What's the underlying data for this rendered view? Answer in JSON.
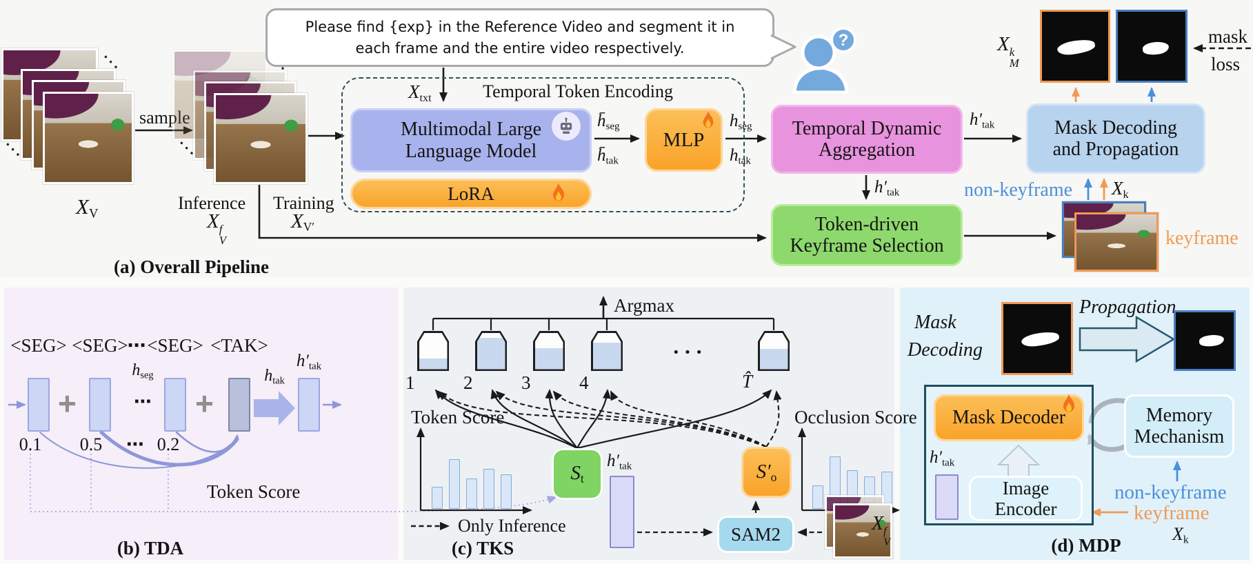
{
  "figure": {
    "type": "research pipeline diagram",
    "captions": [
      "(a) Overall Pipeline",
      "(b) TDA",
      "(c) TKS",
      "(d) MDP"
    ]
  },
  "colors": {
    "panel_a_bg": "#f7f7f5",
    "panel_b_bg": "#f6eef8",
    "panel_c_bg": "#edf1f4",
    "panel_d_bg": "#e0f1fa",
    "mllm_purple": "#a8b2ec",
    "orange_module": "#f9a93a",
    "tda_pink": "#e893de",
    "tks_green": "#8ed96d",
    "mdp_blue": "#b7d3ee",
    "st_green": "#7fd463",
    "sam2_blue": "#a5d9ee",
    "memory_blue": "#d3edf9",
    "keyframe_orange": "#f09a55",
    "non_keyframe_blue": "#4a90d9",
    "token_bar_purple": "#ccd6f5"
  },
  "sym": {
    "x": "X",
    "v": "V",
    "f": "f",
    "vprime": "V′",
    "k": "k",
    "m": "M",
    "txt": "txt",
    "h": "h",
    "hbar": "h̄",
    "hprime": "h′",
    "seg": "seg",
    "tak": "tak",
    "s": "S",
    "sprime": "S′",
    "t": "t",
    "o": "o",
    "that": "T̂",
    "dots": "···",
    "mid_dots": "⋯",
    "plus": "+"
  },
  "prompt": {
    "line1": "Please find {exp} in the Reference Video and segment it in",
    "line2": "each frame and the entire video respectively."
  },
  "a": {
    "sample": "sample",
    "inference": "Inference",
    "training": "Training",
    "tte_title": "Temporal Token Encoding",
    "mllm_line1": "Multimodal Large",
    "mllm_line2": "Language Model",
    "lora": "LoRA",
    "mlp": "MLP",
    "tda_line1": "Temporal Dynamic",
    "tda_line2": "Aggregation",
    "mdp_line1": "Mask Decoding",
    "mdp_line2": "and Propagation",
    "tks_line1": "Token-driven",
    "tks_line2": "Keyframe Selection",
    "non_keyframe": "non-keyframe",
    "keyframe": "keyframe",
    "mask_word": "mask",
    "loss_word": "loss",
    "caption": "(a) Overall Pipeline"
  },
  "b": {
    "tokens": [
      "<SEG>",
      "<SEG>",
      "⋯",
      "<SEG>",
      "<TAK>"
    ],
    "scores": [
      "0.1",
      "0.5",
      "⋯",
      "0.2"
    ],
    "token_score": "Token Score",
    "caption": "(b) TDA"
  },
  "c": {
    "argmax": "Argmax",
    "bucket_labels": [
      "1",
      "2",
      "3",
      "4",
      "T̂"
    ],
    "bucket_fills": [
      0.3,
      0.85,
      0.58,
      0.72,
      0.55
    ],
    "token_score": "Token Score",
    "occlusion_score": "Occlusion Score",
    "token_bars": [
      0.36,
      0.8,
      0.49,
      0.64,
      0.55
    ],
    "occlusion_bars": [
      0.38,
      0.84,
      0.62,
      0.52,
      0.6
    ],
    "sam2": "SAM2",
    "only_inference": "Only Inference",
    "caption": "(c) TKS"
  },
  "d": {
    "mask_decoding_l1": "Mask",
    "mask_decoding_l2": "Decoding",
    "propagation": "Propagation",
    "mask_decoder": "Mask Decoder",
    "image_encoder_l1": "Image",
    "image_encoder_l2": "Encoder",
    "memory_l1": "Memory",
    "memory_l2": "Mechanism",
    "non_keyframe": "non-keyframe",
    "keyframe": "keyframe",
    "caption": "(d) MDP"
  }
}
